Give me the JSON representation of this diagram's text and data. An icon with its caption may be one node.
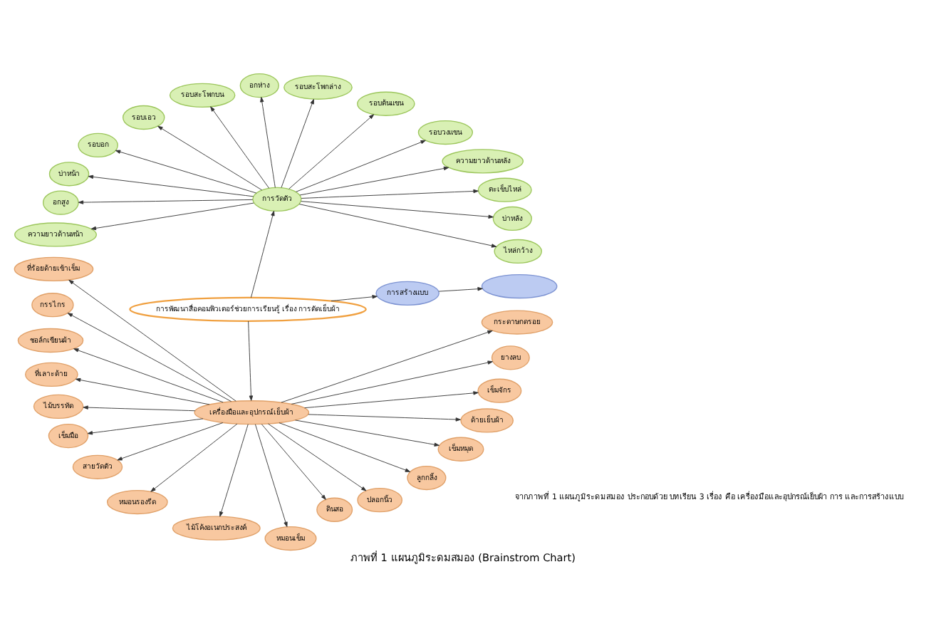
{
  "diagram": {
    "caption": "ภาพที่ 1 แผนภูมิระดมสมอง (Brainstrom Chart)",
    "nodes": [
      {
        "text": [],
        "shape": "ellipse"
      },
      {
        "text": [
          "การสร้างแบบ"
        ]
      },
      {
        "text": [
          "การวัดตัว"
        ]
      },
      {
        "text": [
          "ไหล่กว้าง"
        ]
      },
      {
        "text": [
          "บ่าหลัง"
        ]
      },
      {
        "text": [
          "ตะเข็บไหล่"
        ]
      },
      {
        "text": [
          "ความยาวด้านหลัง"
        ]
      },
      {
        "text": [
          "รอบวงแขน"
        ]
      },
      {
        "text": [
          "รอบต้นแขน"
        ]
      },
      {
        "text": [
          "รอบสะโพกล่าง"
        ]
      },
      {
        "text": [
          "อกห่าง"
        ]
      },
      {
        "text": [
          "รอบสะโพกบน"
        ]
      },
      {
        "text": [
          "รอบเอว"
        ]
      },
      {
        "text": [
          "รอบอก"
        ]
      },
      {
        "text": [
          "บ่าหน้า"
        ]
      },
      {
        "text": [
          "อกสูง"
        ]
      },
      {
        "text": [
          "ความยาวด้านหน้า"
        ]
      },
      {
        "text": [
          "การพัฒนาสื่อคอมพิวเตอร์ช่วยการเรียนรู้ เรื่อง การตัดเย็บผ้า"
        ]
      },
      {
        "text": [
          "เครื่องมือและอุปกรณ์เย็บผ้า"
        ]
      },
      {
        "text": [
          "ที่ร้อยด้ายเข้าเข็ม"
        ]
      },
      {
        "text": [
          "กรรไกร"
        ]
      },
      {
        "text": [
          "ชอล์กเขียนผ้า"
        ]
      },
      {
        "text": [
          "ที่เลาะด้าย"
        ]
      },
      {
        "text": [
          "ไม้บรรทัด"
        ]
      },
      {
        "text": [
          "เข็มมือ"
        ]
      },
      {
        "text": [
          "สายวัดตัว"
        ]
      },
      {
        "text": [
          "หมอนรองรีด"
        ]
      },
      {
        "text": [
          "ไม้โค้งอเนกประสงค์"
        ]
      },
      {
        "text": [
          "หมอนเข็ม"
        ]
      },
      {
        "text": [
          "ดินสอ"
        ]
      },
      {
        "text": [
          "ปลอกนิ้ว"
        ]
      },
      {
        "text": [
          "ลูกกลิ้ง"
        ]
      },
      {
        "text": [
          "เข็มหมุด"
        ]
      },
      {
        "text": [
          "ด้ายเย็บผ้า"
        ]
      },
      {
        "text": [
          "เข็มจักร"
        ]
      },
      {
        "text": [
          "ยางลบ"
        ]
      },
      {
        "text": [
          "กระดาษกดรอย"
        ]
      }
    ],
    "edges": [
      {
        "from": 1,
        "to": 0,
        "arrow": "to"
      },
      {
        "from": 17,
        "to": 1,
        "arrow": "to"
      },
      {
        "from": 2,
        "to": 3,
        "arrow": "to"
      },
      {
        "from": 2,
        "to": 4,
        "arrow": "to"
      },
      {
        "from": 2,
        "to": 5,
        "arrow": "to"
      },
      {
        "from": 2,
        "to": 6,
        "arrow": "to"
      },
      {
        "from": 2,
        "to": 7,
        "arrow": "to"
      },
      {
        "from": 2,
        "to": 8,
        "arrow": "to"
      },
      {
        "from": 2,
        "to": 9,
        "arrow": "to"
      },
      {
        "from": 2,
        "to": 10,
        "arrow": "to"
      },
      {
        "from": 2,
        "to": 11,
        "arrow": "to"
      },
      {
        "from": 2,
        "to": 12,
        "arrow": "to"
      },
      {
        "from": 2,
        "to": 13,
        "arrow": "to"
      },
      {
        "from": 2,
        "to": 14,
        "arrow": "to"
      },
      {
        "from": 2,
        "to": 15,
        "arrow": "to"
      },
      {
        "from": 2,
        "to": 16,
        "arrow": "to"
      },
      {
        "from": 17,
        "to": 2,
        "arrow": "to"
      },
      {
        "from": 17,
        "to": 18,
        "arrow": "to"
      },
      {
        "from": 18,
        "to": 19,
        "arrow": "to"
      },
      {
        "from": 18,
        "to": 20,
        "arrow": "to"
      },
      {
        "from": 18,
        "to": 21,
        "arrow": "to"
      },
      {
        "from": 18,
        "to": 22,
        "arrow": "to"
      },
      {
        "from": 18,
        "to": 23,
        "arrow": "to"
      },
      {
        "from": 18,
        "to": 24,
        "arrow": "to"
      },
      {
        "from": 18,
        "to": 25,
        "arrow": "to"
      },
      {
        "from": 18,
        "to": 26,
        "arrow": "to"
      },
      {
        "from": 18,
        "to": 27,
        "arrow": "to"
      },
      {
        "from": 18,
        "to": 28,
        "arrow": "to"
      },
      {
        "from": 18,
        "to": 29,
        "arrow": "to"
      },
      {
        "from": 18,
        "to": 30,
        "arrow": "to"
      },
      {
        "from": 18,
        "to": 31,
        "arrow": "to"
      },
      {
        "from": 18,
        "to": 32,
        "arrow": "to"
      },
      {
        "from": 18,
        "to": 33,
        "arrow": "to"
      },
      {
        "from": 18,
        "to": 34,
        "arrow": "to"
      },
      {
        "from": 18,
        "to": 35,
        "arrow": "to"
      },
      {
        "from": 18,
        "to": 36,
        "arrow": "to"
      }
    ],
    "labels": [
      "จากภาพที่ 1 แผนภูมิระดมสมอง ประกอบด้วย บทเรียน 3 เรื่อง คือ เครื่องมือและอุปกรณ์เย็บผ้า การ และการสร้างแบบ"
    ]
  }
}
